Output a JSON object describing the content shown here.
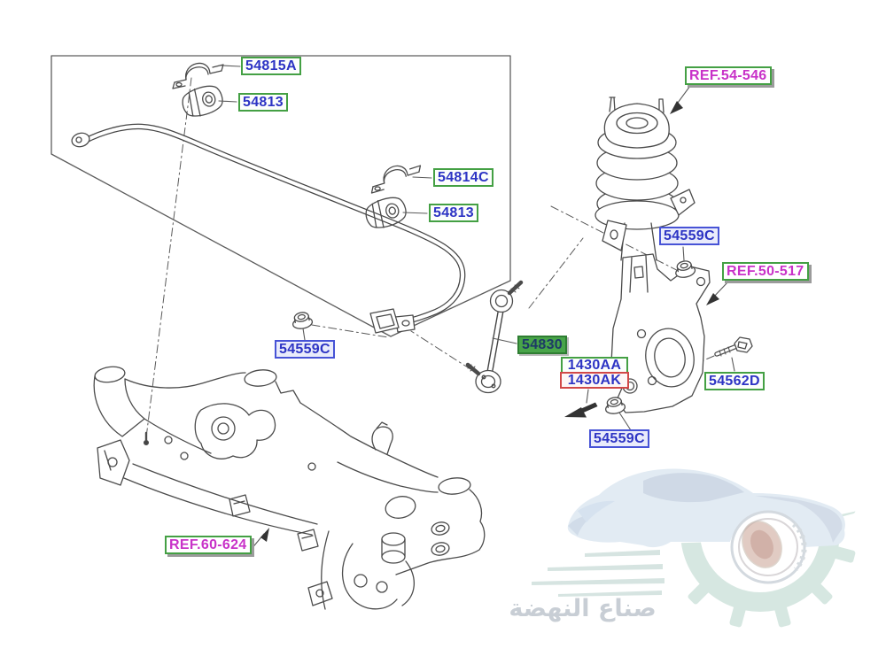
{
  "labels": [
    {
      "text": "54815A",
      "box": "green"
    },
    {
      "text": "54813",
      "box": "green"
    },
    {
      "text": "54814C",
      "box": "green"
    },
    {
      "text": "54813",
      "box": "green"
    },
    {
      "text": "REF.54-546",
      "box": "ref"
    },
    {
      "text": "54559C",
      "box": "blue"
    },
    {
      "text": "REF.50-517",
      "box": "ref"
    },
    {
      "text": "54562D",
      "box": "green"
    },
    {
      "text": "54830",
      "box": "green-highlight"
    },
    {
      "text": "1430AA",
      "box": "green"
    },
    {
      "text": "1430AK",
      "box": "red"
    },
    {
      "text": "54559C",
      "box": "blue"
    },
    {
      "text": "54559C",
      "box": "blue"
    },
    {
      "text": "REF.60-624",
      "box": "ref"
    }
  ],
  "watermark": {
    "text": "صناع النهضة"
  },
  "colors": {
    "part_number_text": "#2d34c4",
    "ref_text": "#c832c8",
    "green_box_border": "#44a044",
    "blue_box_border": "#4753d6",
    "red_box_border": "#d14848",
    "highlight_fill": "#48a449",
    "line_art": "#4b4b4b",
    "watermark_car": "#dde8f2",
    "watermark_gear": "#cfe3dc",
    "watermark_hub": "#c59a8c"
  }
}
